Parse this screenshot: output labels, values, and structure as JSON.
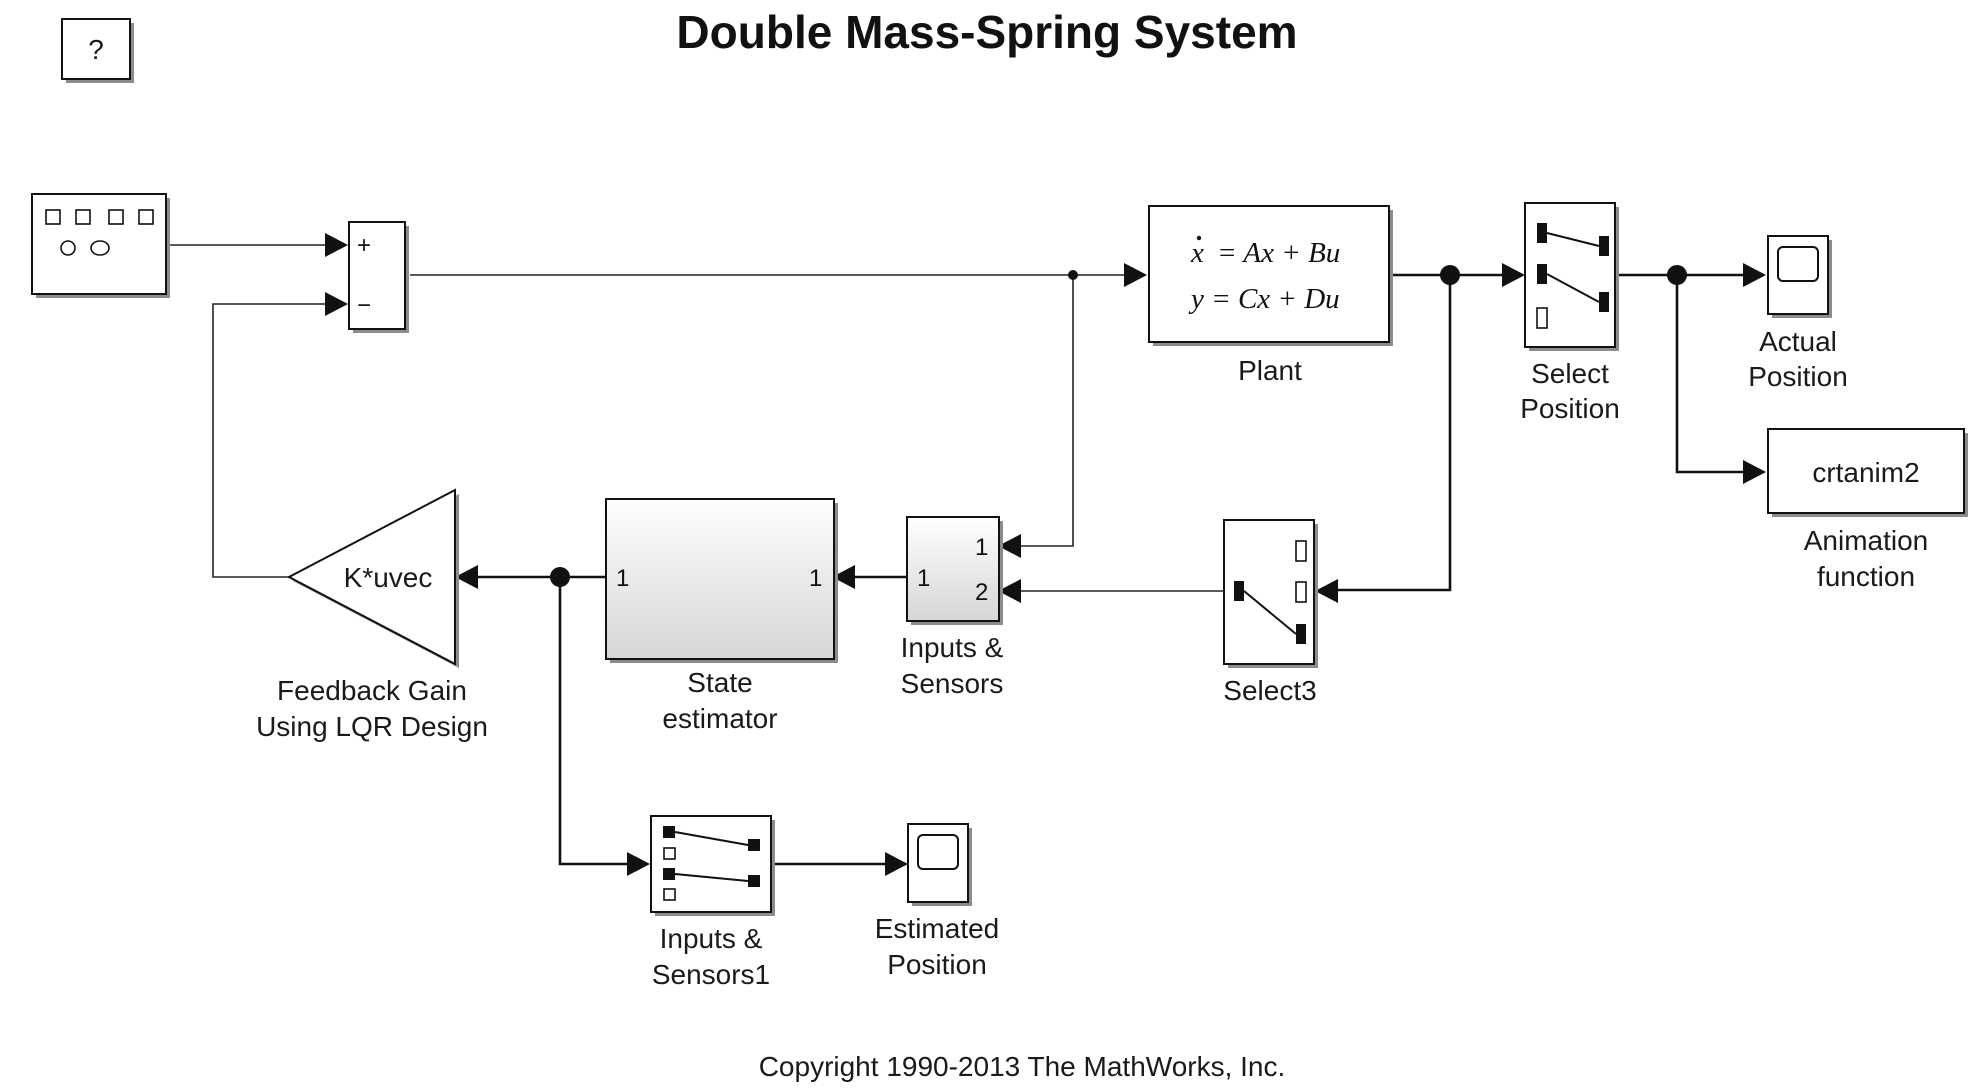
{
  "title": "Double Mass-Spring System",
  "help_button": "?",
  "copyright": "Copyright 1990-2013 The MathWorks, Inc.",
  "blocks": {
    "sum": {
      "plus": "+",
      "minus": "−"
    },
    "plant": {
      "eq_lhs1": "x",
      "eq_rhs1": "= Ax + Bu",
      "eq_line2": "y = Cx + Du",
      "label_line1": "Plant"
    },
    "select_position": {
      "label_line1": "Select",
      "label_line2": "Position"
    },
    "actual_position": {
      "label_line1": "Actual",
      "label_line2": "Position"
    },
    "crtanim2": {
      "text": "crtanim2",
      "label_line1": "Animation",
      "label_line2": "function"
    },
    "gain": {
      "text": "K*uvec",
      "label_line1": "Feedback Gain",
      "label_line2": "Using LQR Design"
    },
    "state_estimator": {
      "in_port": "1",
      "out_port": "1",
      "label_line1": "State",
      "label_line2": "estimator"
    },
    "inputs_sensors": {
      "in_port_1": "1",
      "in_port_2": "2",
      "out_port": "1",
      "label_line1": "Inputs &",
      "label_line2": "Sensors"
    },
    "select3": {
      "label_line1": "Select3"
    },
    "inputs_sensors1": {
      "label_line1": "Inputs &",
      "label_line2": "Sensors1"
    },
    "estimated_position": {
      "label_line1": "Estimated",
      "label_line2": "Position"
    }
  }
}
